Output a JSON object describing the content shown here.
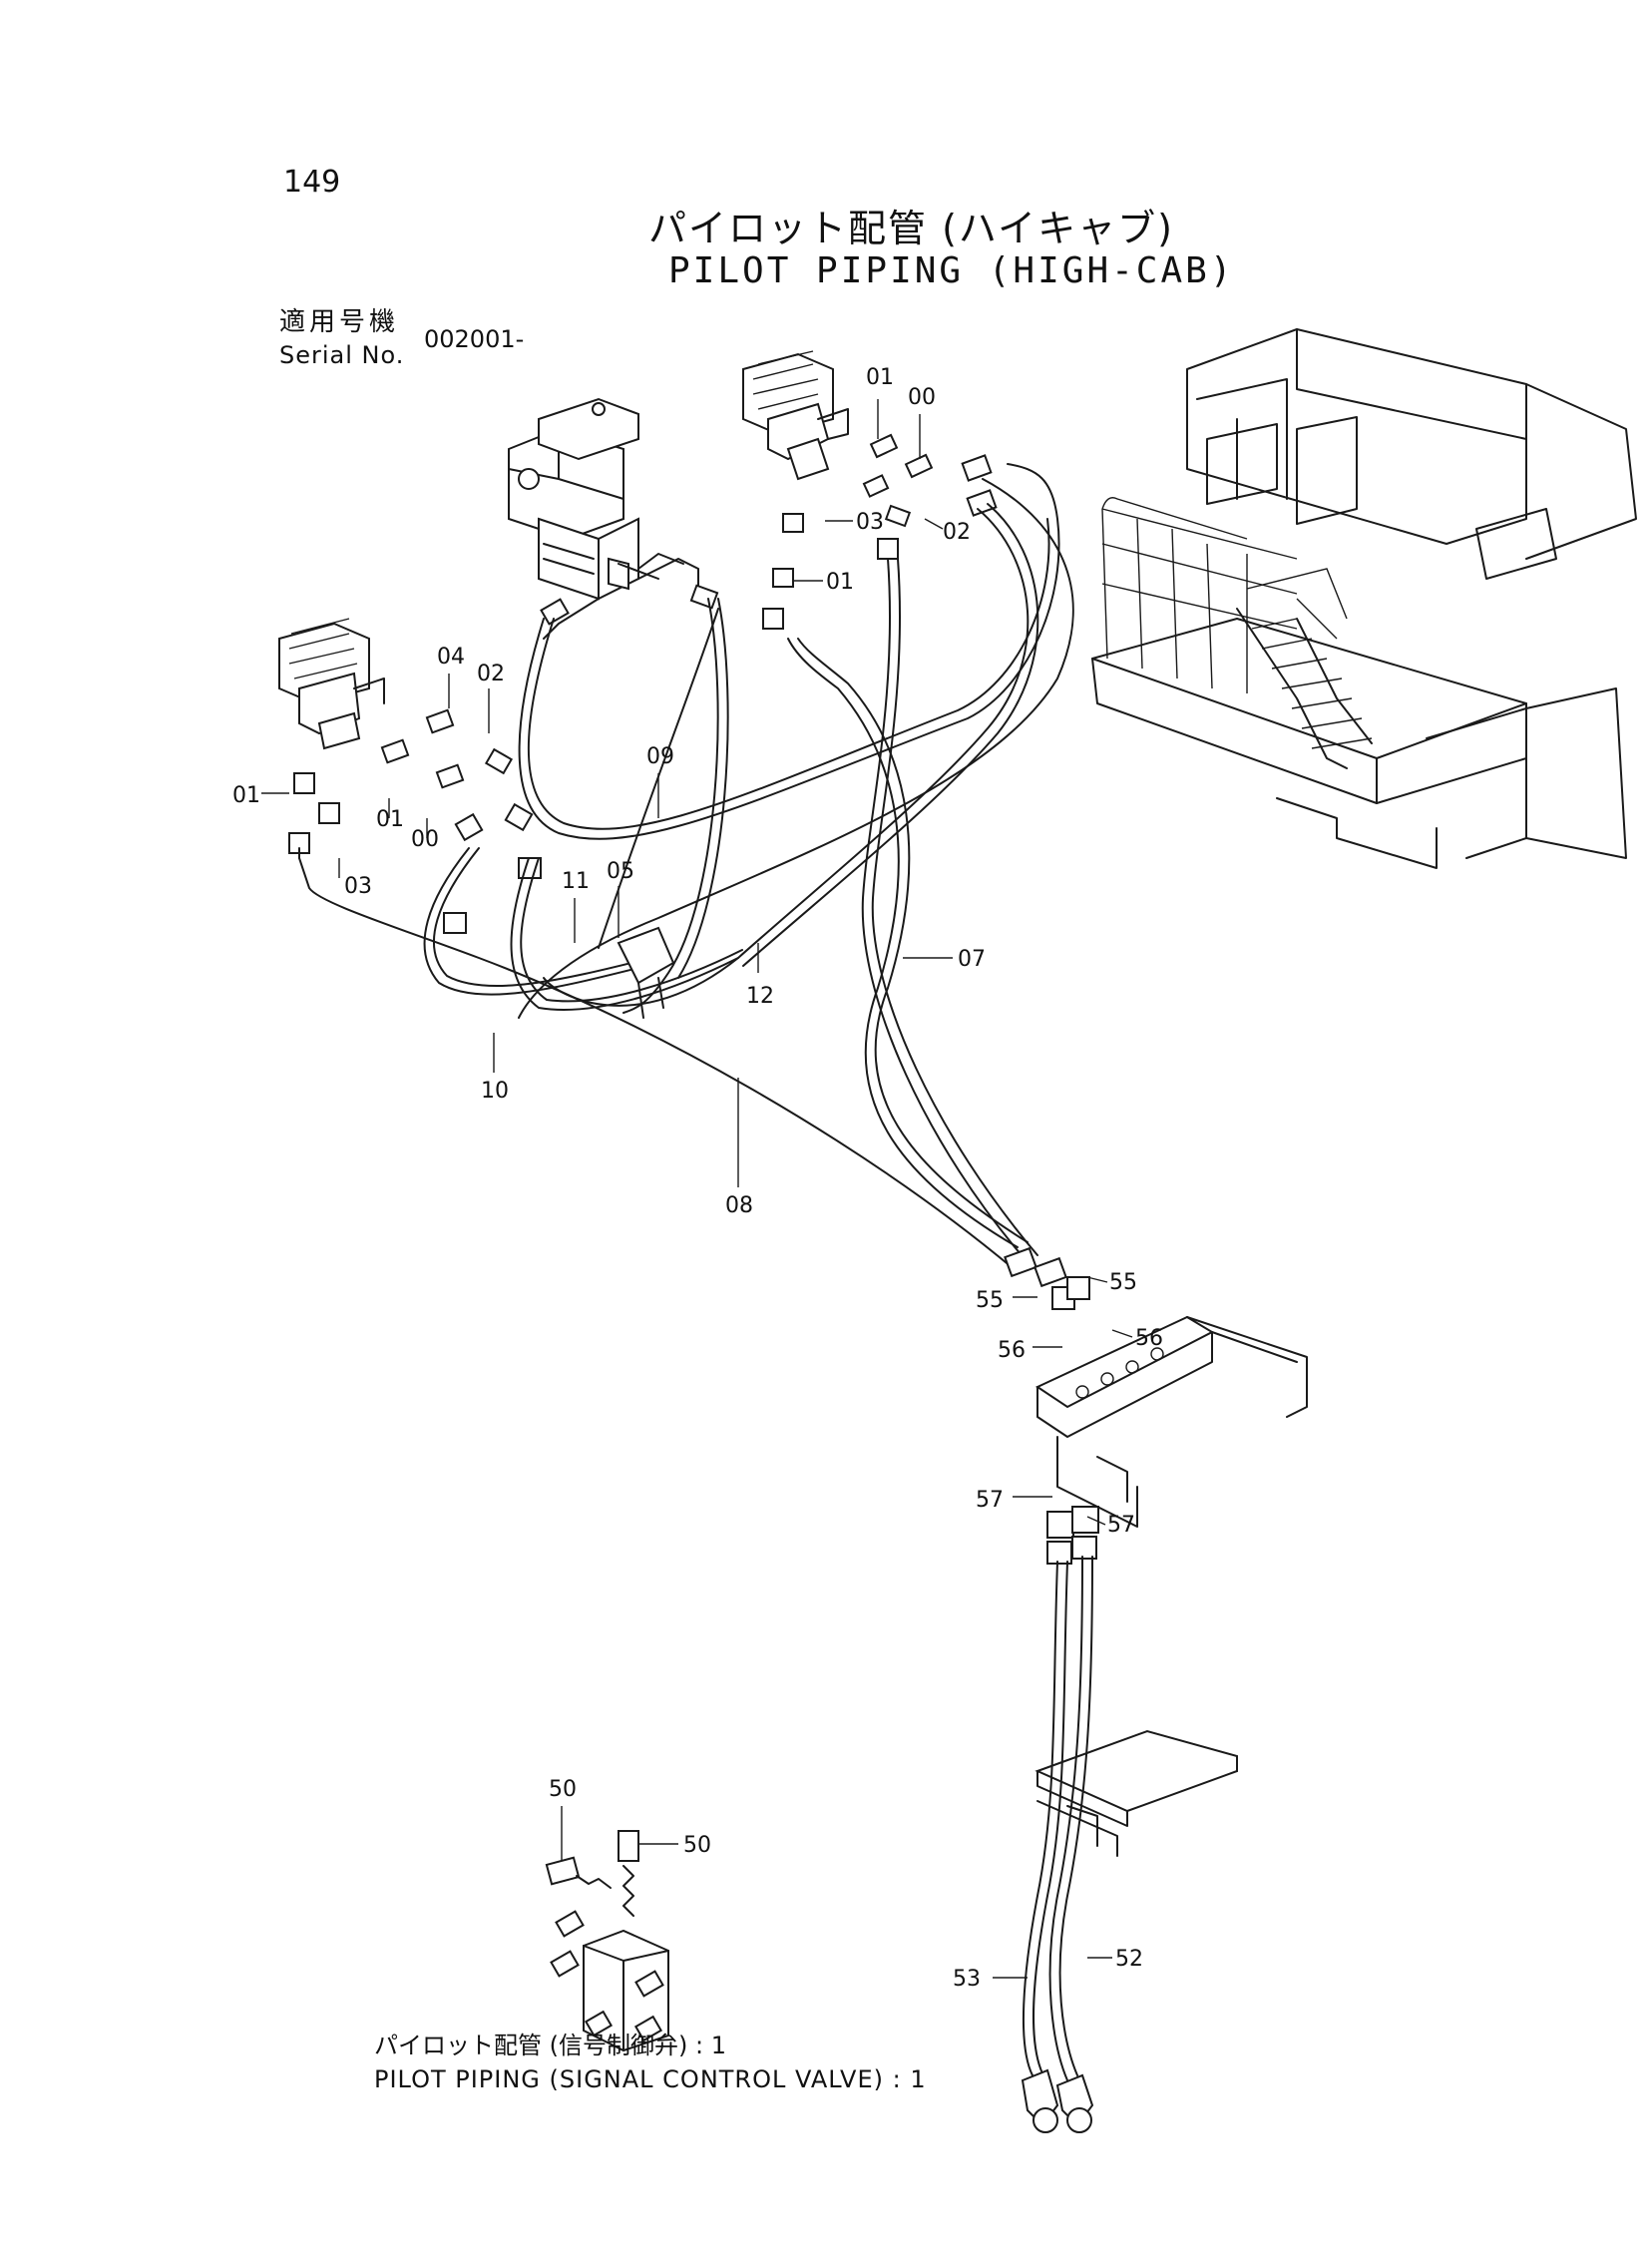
{
  "page": {
    "number": "149",
    "title_jp": "パイロット配管 (ハイキャブ)",
    "title_en": "PILOT PIPING (HIGH-CAB)",
    "serial_label_jp": "適用号機",
    "serial_label_en": "Serial No.",
    "serial_value": "002001-"
  },
  "caption": {
    "jp": "パイロット配管 (信号制御弁) : 1",
    "en": "PILOT PIPING (SIGNAL CONTROL VALVE) : 1"
  },
  "callouts": {
    "c01_top": "01",
    "c00_top": "00",
    "c03_top": "03",
    "c02_top": "02",
    "c01_mid": "01",
    "c04_left": "04",
    "c02_left": "02",
    "c09": "09",
    "c01_far": "01",
    "c01_left": "01",
    "c00_left": "00",
    "c03_left": "03",
    "c05": "05",
    "c11": "11",
    "c12": "12",
    "c07": "07",
    "c10": "10",
    "c08": "08",
    "c55_a": "55",
    "c55_b": "55",
    "c56_a": "56",
    "c56_b": "56",
    "c57_a": "57",
    "c57_b": "57",
    "c50_a": "50",
    "c50_b": "50",
    "c53": "53",
    "c52": "52"
  }
}
